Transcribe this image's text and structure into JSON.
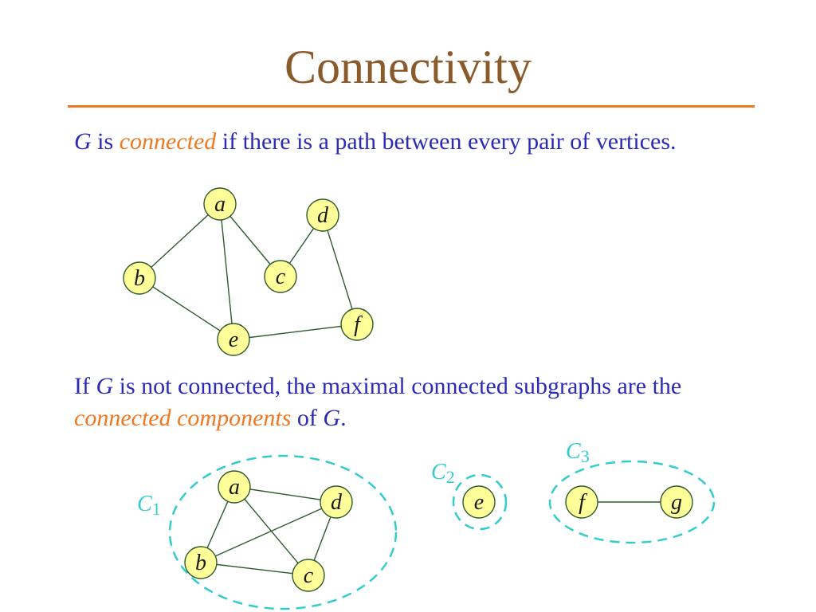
{
  "title": "Connectivity",
  "definition": {
    "g": "G",
    "is": " is ",
    "term": "connected",
    "rest": " if there is a path between every pair of vertices."
  },
  "components_text": {
    "if": "If ",
    "g": "G",
    "mid": " is not connected, the maximal connected subgraphs are the",
    "term": "connected components",
    "of": " of ",
    "g2": "G",
    "end": "."
  },
  "graph1": {
    "vertices": [
      "a",
      "b",
      "c",
      "d",
      "e",
      "f"
    ],
    "edges": [
      [
        "a",
        "b"
      ],
      [
        "a",
        "c"
      ],
      [
        "a",
        "e"
      ],
      [
        "b",
        "e"
      ],
      [
        "c",
        "d"
      ],
      [
        "d",
        "f"
      ],
      [
        "e",
        "f"
      ]
    ]
  },
  "components": [
    {
      "label": "C",
      "sub": "1",
      "vertices": [
        "a",
        "b",
        "c",
        "d"
      ],
      "edges": [
        [
          "a",
          "b"
        ],
        [
          "a",
          "c"
        ],
        [
          "a",
          "d"
        ],
        [
          "b",
          "d"
        ],
        [
          "b",
          "c"
        ],
        [
          "c",
          "d"
        ]
      ]
    },
    {
      "label": "C",
      "sub": "2",
      "vertices": [
        "e"
      ],
      "edges": []
    },
    {
      "label": "C",
      "sub": "3",
      "vertices": [
        "f",
        "g"
      ],
      "edges": [
        [
          "f",
          "g"
        ]
      ]
    }
  ],
  "colors": {
    "title": "#8b5a2b",
    "rule": "#f07820",
    "text": "#2b2bb8",
    "highlight": "#f07820",
    "node_fill": "#ffff99",
    "edge": "#2f5a2f",
    "component_outline": "#33cccc"
  }
}
